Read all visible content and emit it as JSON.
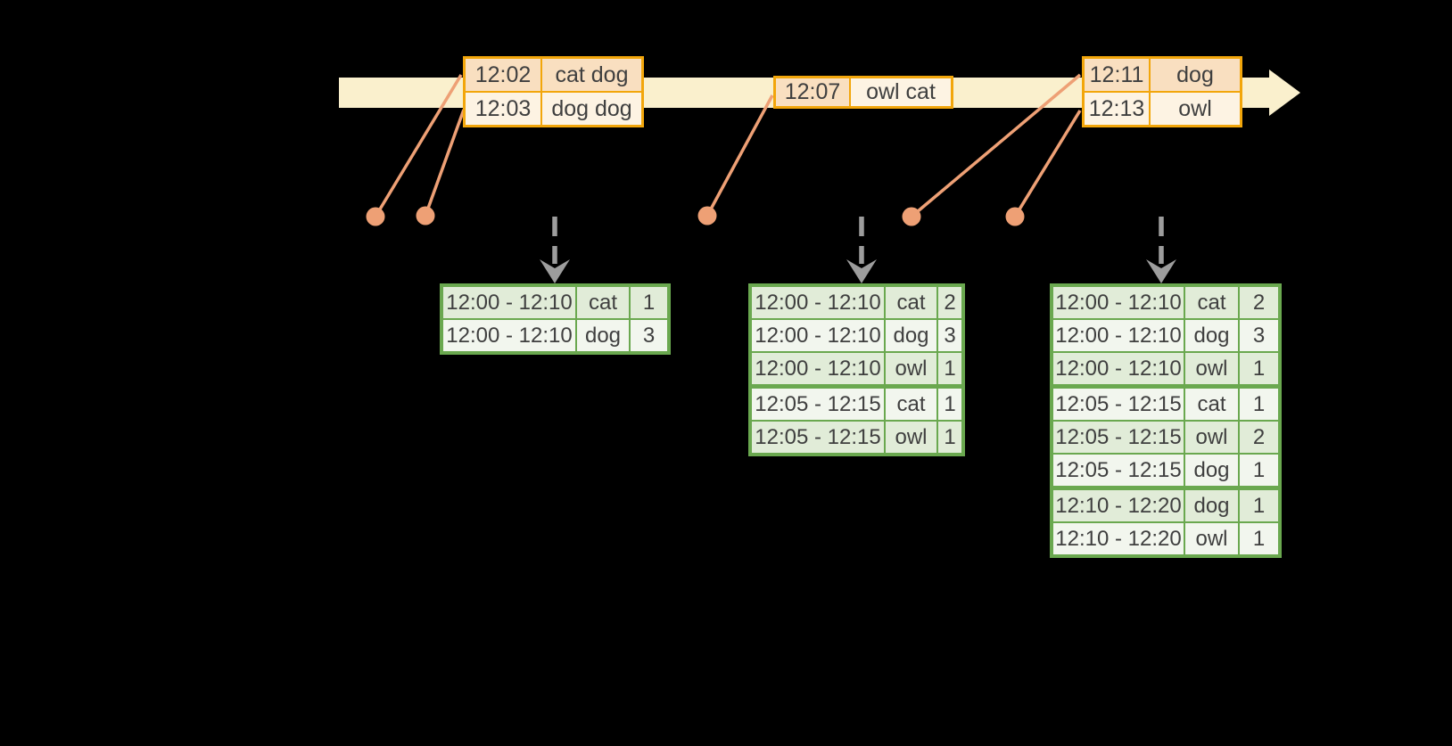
{
  "colors": {
    "background": "#000000",
    "timeline_band": "#faf0cd",
    "event_table_border": "#f2a60b",
    "event_cell_dark": "#f9dfc0",
    "event_cell_light": "#fdf3e3",
    "event_dot": "#eea075",
    "trigger_arrow_gray": "#9d9d9d",
    "result_table_border": "#6aa84f",
    "result_cell_dark": "#e1ecd8",
    "result_cell_light": "#f2f6ee",
    "text": "#3f3f3f"
  },
  "event_tables": [
    {
      "rows": [
        {
          "time": "12:02",
          "words": "cat dog"
        },
        {
          "time": "12:03",
          "words": "dog dog"
        }
      ]
    },
    {
      "rows": [
        {
          "time": "12:07",
          "words": "owl cat"
        }
      ]
    },
    {
      "rows": [
        {
          "time": "12:11",
          "words": "dog"
        },
        {
          "time": "12:13",
          "words": "owl"
        }
      ]
    }
  ],
  "result_tables": [
    {
      "group_breaks": [],
      "rows": [
        {
          "window": "12:00 - 12:10",
          "word": "cat",
          "count": "1"
        },
        {
          "window": "12:00 - 12:10",
          "word": "dog",
          "count": "3"
        }
      ]
    },
    {
      "group_breaks": [
        3
      ],
      "rows": [
        {
          "window": "12:00 - 12:10",
          "word": "cat",
          "count": "2"
        },
        {
          "window": "12:00 - 12:10",
          "word": "dog",
          "count": "3"
        },
        {
          "window": "12:00 - 12:10",
          "word": "owl",
          "count": "1"
        },
        {
          "window": "12:05 - 12:15",
          "word": "cat",
          "count": "1"
        },
        {
          "window": "12:05 - 12:15",
          "word": "owl",
          "count": "1"
        }
      ]
    },
    {
      "group_breaks": [
        3,
        6
      ],
      "rows": [
        {
          "window": "12:00 - 12:10",
          "word": "cat",
          "count": "2"
        },
        {
          "window": "12:00 - 12:10",
          "word": "dog",
          "count": "3"
        },
        {
          "window": "12:00 - 12:10",
          "word": "owl",
          "count": "1"
        },
        {
          "window": "12:05 - 12:15",
          "word": "cat",
          "count": "1"
        },
        {
          "window": "12:05 - 12:15",
          "word": "owl",
          "count": "2"
        },
        {
          "window": "12:05 - 12:15",
          "word": "dog",
          "count": "1"
        },
        {
          "window": "12:10 - 12:20",
          "word": "dog",
          "count": "1"
        },
        {
          "window": "12:10 - 12:20",
          "word": "owl",
          "count": "1"
        }
      ]
    }
  ]
}
